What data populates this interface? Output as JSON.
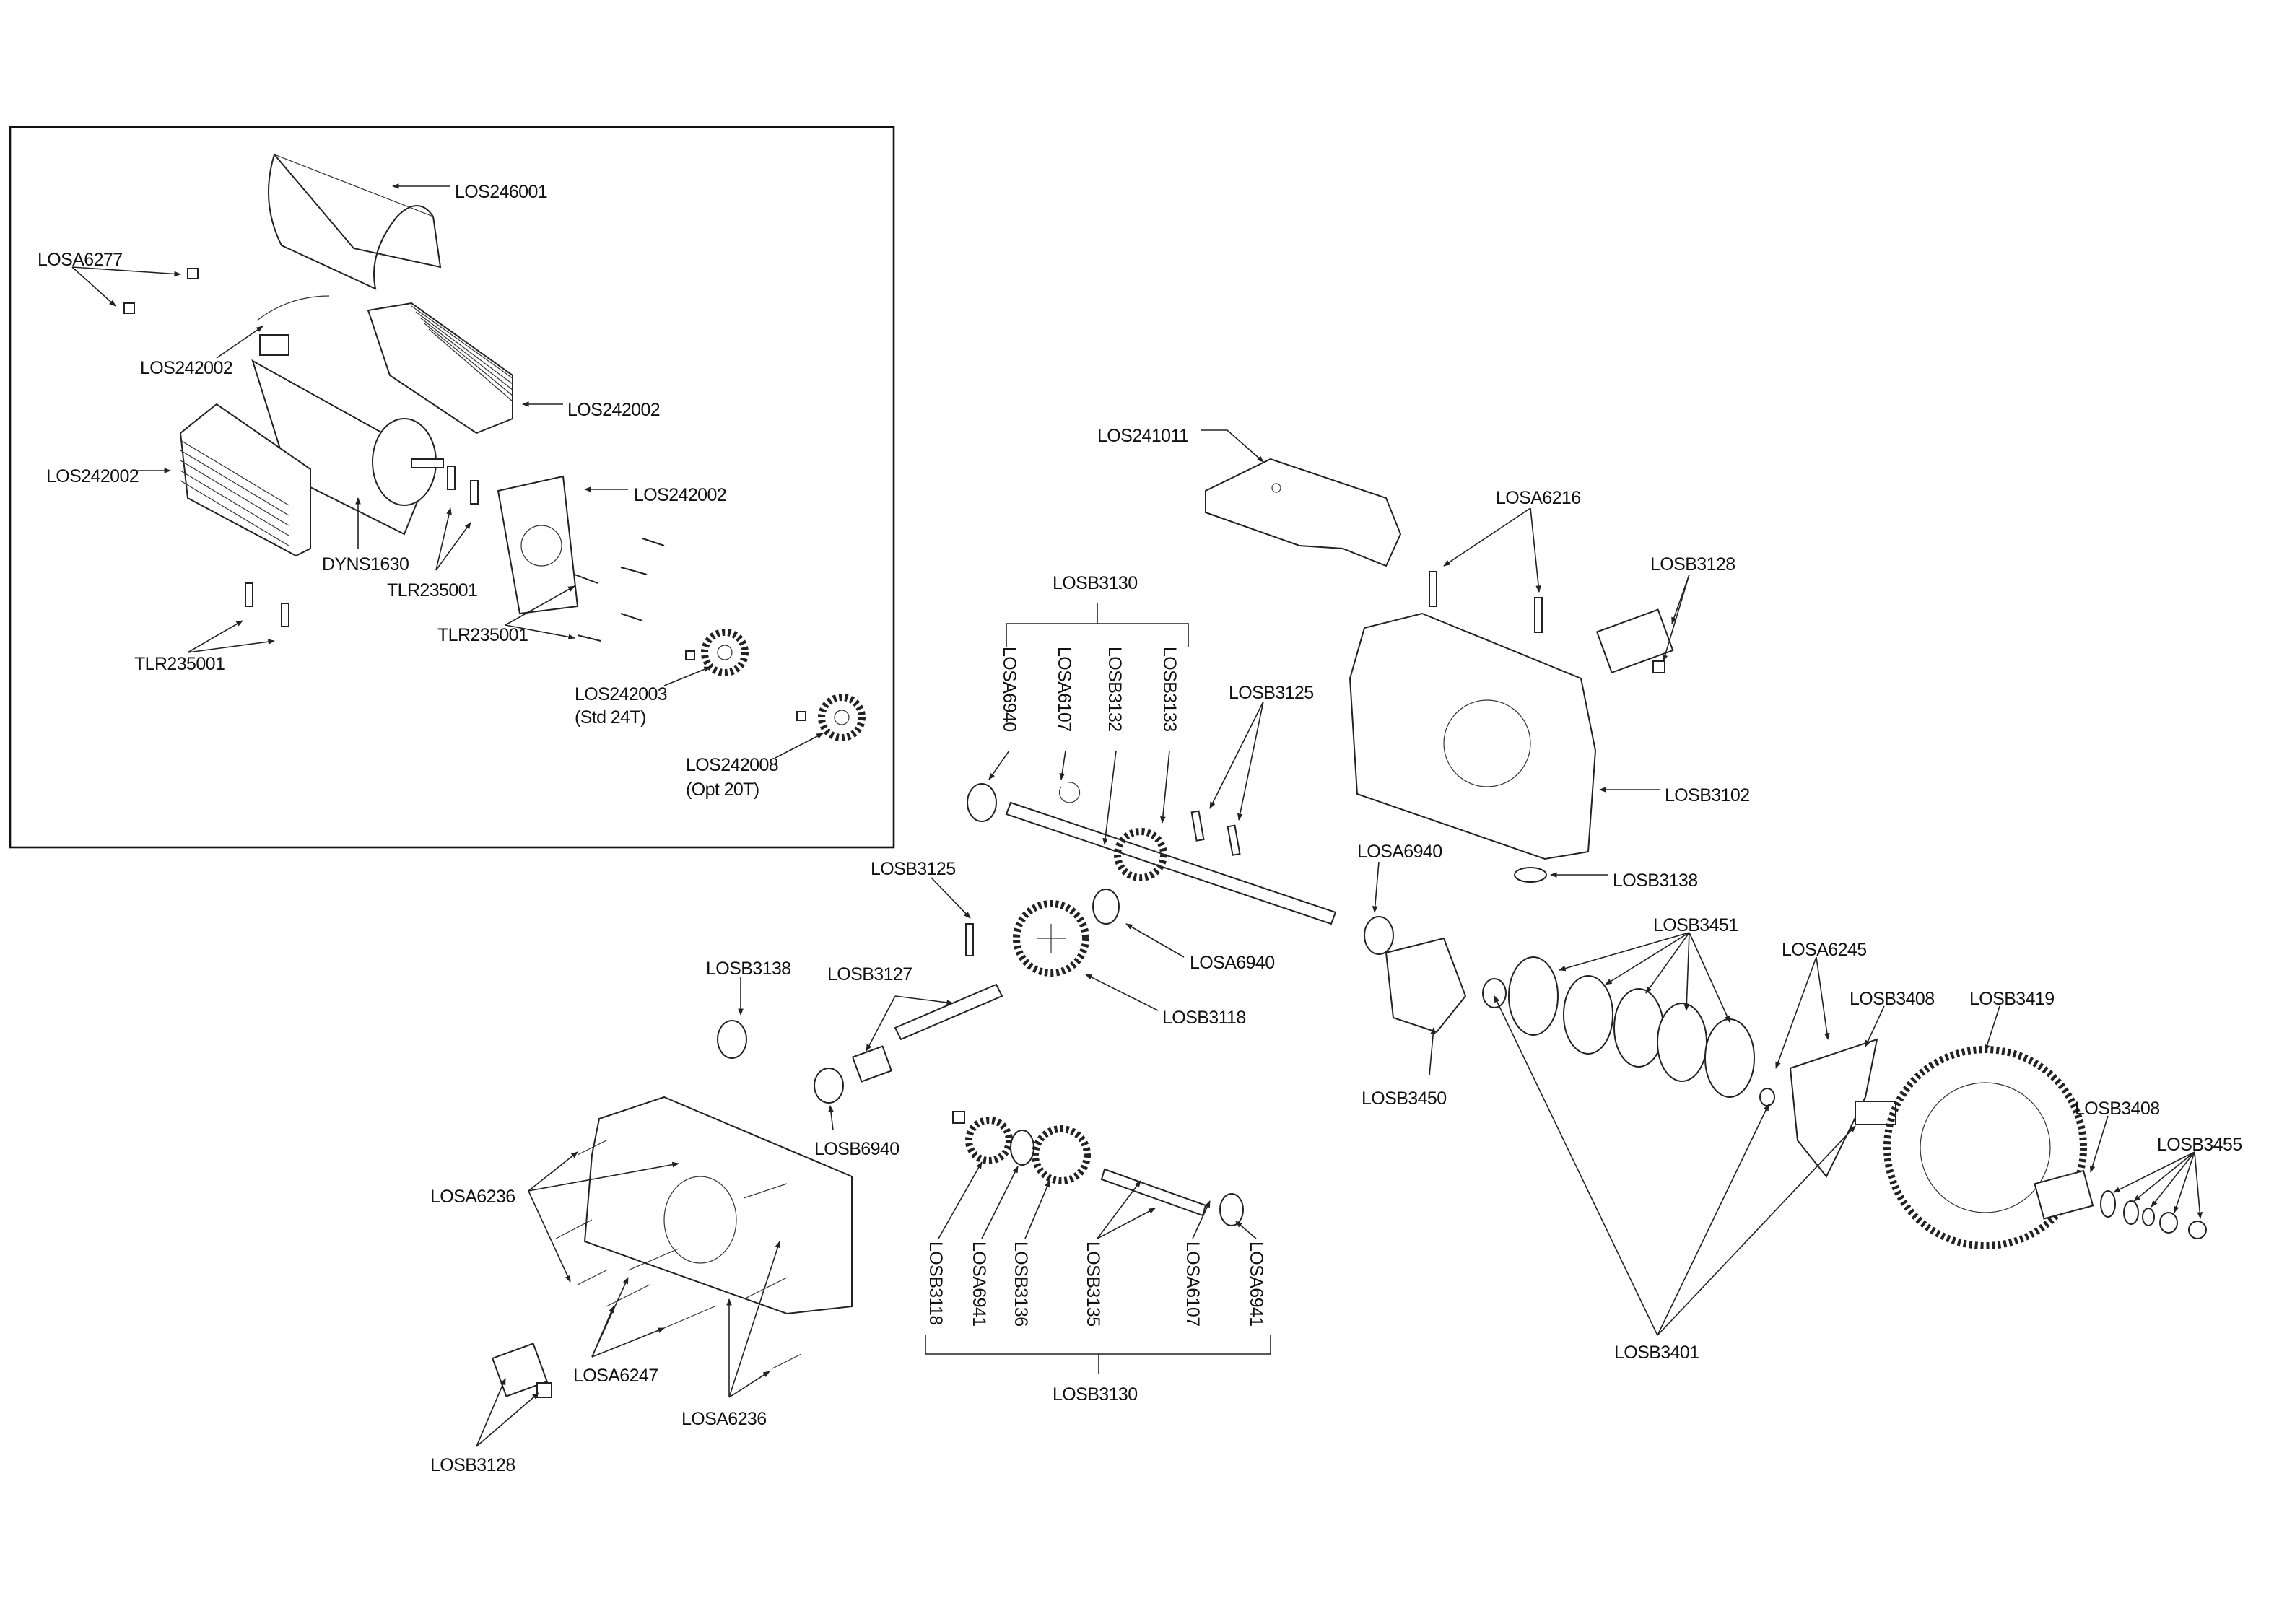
{
  "inset": {
    "labels": [
      "LOS246001",
      "LOSA6277",
      "LOS242002",
      "LOS242002",
      "LOS242002",
      "LOS242002",
      "DYNS1630",
      "TLR235001",
      "TLR235001",
      "TLR235001",
      "LOS242003",
      "(Std 24T)",
      "LOS242008",
      "(Opt 20T)"
    ]
  },
  "main": {
    "labels": [
      "LOS241011",
      "LOSA6216",
      "LOSB3128",
      "LOSB3130",
      "LOSA6940",
      "LOSA6107",
      "LOSB3132",
      "LOSB3133",
      "LOSB3125",
      "LOSB3102",
      "LOSA6940",
      "LOSB3138",
      "LOSB3125",
      "LOSB3451",
      "LOSA6245",
      "LOSA6940",
      "LOSB3138",
      "LOSB3127",
      "LOSB3408",
      "LOSB3419",
      "LOSB3118",
      "LOSB3408",
      "LOSB3450",
      "LOSB3455",
      "LOSB6940",
      "LOSA6236",
      "LOSB3118",
      "LOSA6941",
      "LOSB3136",
      "LOSB3135",
      "LOSA6107",
      "LOSA6941",
      "LOSB3130",
      "LOSB3401",
      "LOSA6247",
      "LOSA6236",
      "LOSB3128"
    ]
  }
}
